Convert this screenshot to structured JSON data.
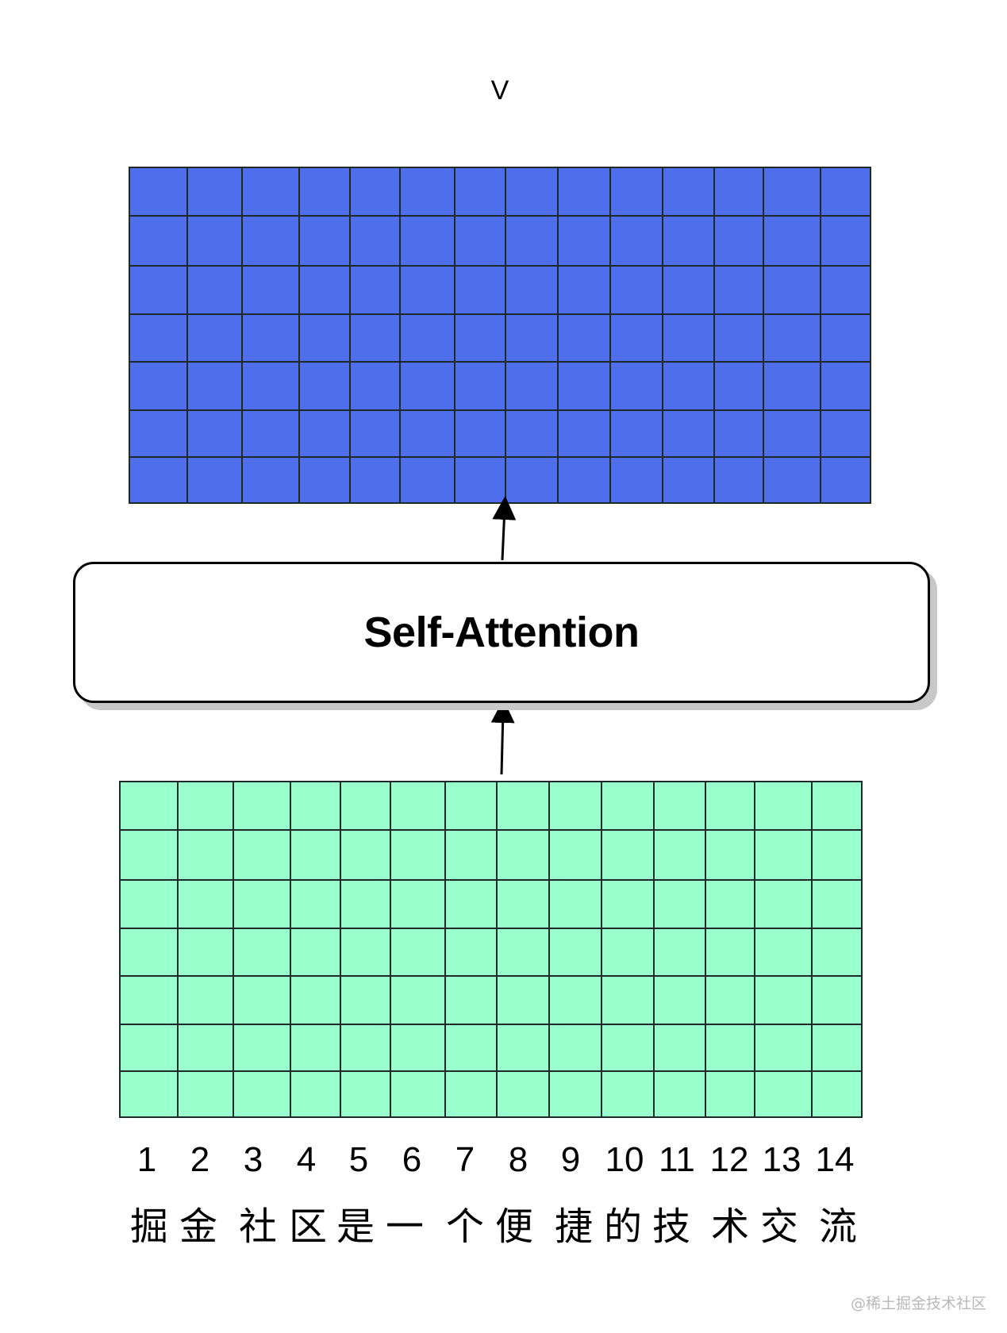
{
  "top_label": "V",
  "center_box_label": "Self-Attention",
  "top_matrix": {
    "rows": 7,
    "cols": 14,
    "fill": "#4F6EEC",
    "stroke": "#1e2a2a"
  },
  "bottom_matrix": {
    "rows": 7,
    "cols": 14,
    "fill": "#99FFCC",
    "stroke": "#1e2a2a"
  },
  "position_numbers": [
    "1",
    "2",
    "3",
    "4",
    "5",
    "6",
    "7",
    "8",
    "9",
    "10",
    "11",
    "12",
    "13",
    "14"
  ],
  "tokens": [
    "掘",
    "金",
    "社",
    "区",
    "是",
    "一",
    "个",
    "便",
    "捷",
    "的",
    "技",
    "术",
    "交",
    "流"
  ],
  "watermark": "@稀土掘金技术社区",
  "colors": {
    "arrow": "#000000",
    "box_shadow": "#c8c8c8"
  }
}
